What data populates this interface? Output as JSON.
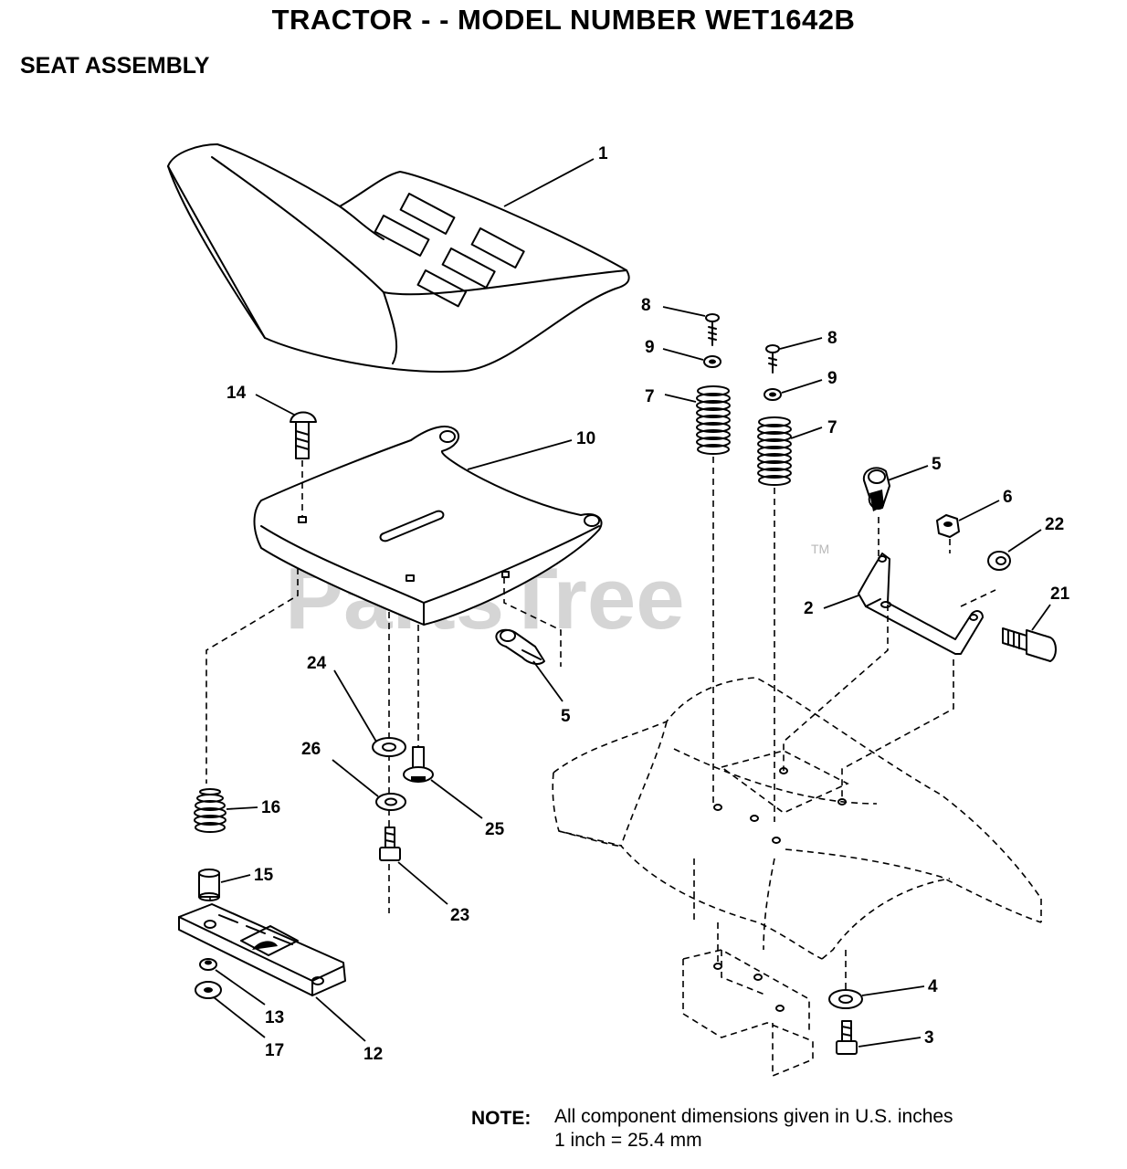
{
  "header": {
    "title": "TRACTOR - - MODEL NUMBER WET1642B",
    "subtitle": "SEAT ASSEMBLY"
  },
  "watermark": {
    "text": "PartsTree",
    "mark": "TM"
  },
  "note": {
    "label": "NOTE:",
    "line1": "All component dimensions given in U.S. inches",
    "line2": "1 inch = 25.4 mm"
  },
  "callouts": {
    "c1": "1",
    "c2": "2",
    "c3": "3",
    "c4": "4",
    "c5a": "5",
    "c5b": "5",
    "c6": "6",
    "c7a": "7",
    "c7b": "7",
    "c8a": "8",
    "c8b": "8",
    "c9a": "9",
    "c9b": "9",
    "c10": "10",
    "c12": "12",
    "c13": "13",
    "c14": "14",
    "c15": "15",
    "c16": "16",
    "c17": "17",
    "c21": "21",
    "c22": "22",
    "c23": "23",
    "c24": "24",
    "c25": "25",
    "c26": "26"
  }
}
